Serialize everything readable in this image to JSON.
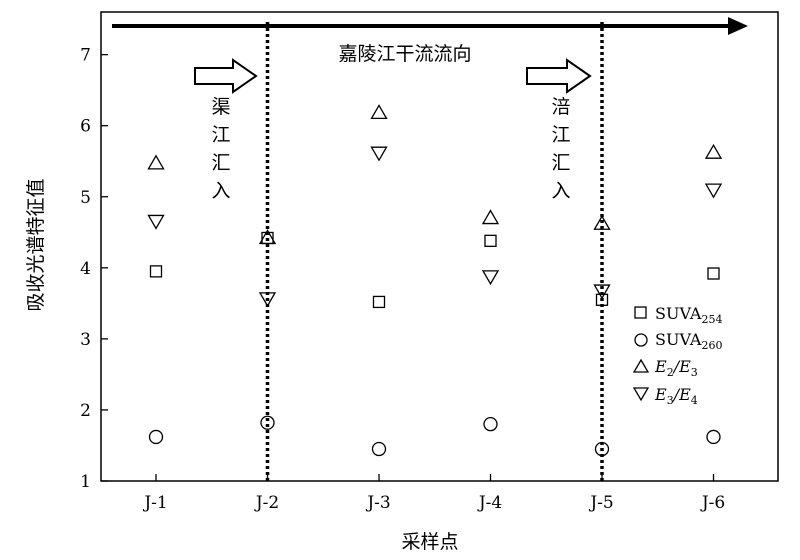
{
  "chart_data": {
    "type": "scatter",
    "xlabel": "采样点",
    "ylabel": "吸收光谱特征值",
    "categories": [
      "J-1",
      "J-2",
      "J-3",
      "J-4",
      "J-5",
      "J-6"
    ],
    "ylim": [
      1,
      7.6
    ],
    "yticks": [
      1,
      2,
      3,
      4,
      5,
      6,
      7
    ],
    "grid": false,
    "legend_position": "bottom-right",
    "series": [
      {
        "name": "SUVA254",
        "name_main": "SUVA",
        "name_sub": "254",
        "marker": "square",
        "values": [
          3.95,
          4.42,
          3.52,
          4.38,
          3.55,
          3.92
        ]
      },
      {
        "name": "SUVA260",
        "name_main": "SUVA",
        "name_sub": "260",
        "marker": "circle",
        "values": [
          1.62,
          1.82,
          1.45,
          1.8,
          1.45,
          1.62
        ]
      },
      {
        "name": "E2/E3",
        "name_parts": [
          "E",
          "2",
          "/E",
          "3"
        ],
        "marker": "triangle-up",
        "values": [
          5.47,
          4.42,
          6.18,
          4.7,
          4.62,
          5.62
        ]
      },
      {
        "name": "E3/E4",
        "name_parts": [
          "E",
          "3",
          "/E",
          "4"
        ],
        "marker": "triangle-down",
        "values": [
          4.66,
          3.57,
          5.62,
          3.88,
          3.68,
          5.1
        ]
      }
    ],
    "annotations": {
      "flow_label": "嘉陵江干流流向",
      "tributaries": [
        {
          "chars": [
            "渠",
            "江",
            "汇",
            "入"
          ],
          "category": "J-2"
        },
        {
          "chars": [
            "涪",
            "江",
            "汇",
            "入"
          ],
          "category": "J-5"
        }
      ]
    }
  }
}
